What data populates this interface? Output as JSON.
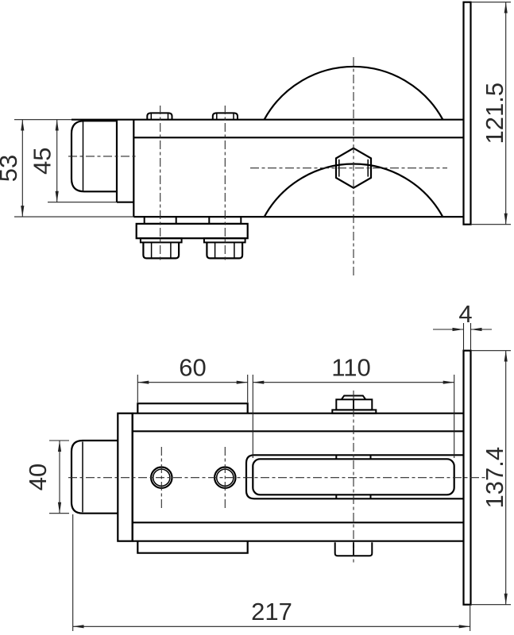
{
  "drawing": {
    "kind": "technical-drawing",
    "part": "wheel bracket with mounting plate",
    "colors": {
      "line": "#000000",
      "dimension": "#222222",
      "background": "#ffffff"
    },
    "views": {
      "side_view": {
        "name": "side elevation view",
        "dimensions": {
          "arm_height": {
            "label": "53"
          },
          "bracket_height": {
            "label": "45"
          },
          "plate_height": {
            "label": "121.5"
          }
        }
      },
      "plan_view": {
        "name": "plan view",
        "dimensions": {
          "plate_thickness": {
            "label": "4"
          },
          "gusset_length": {
            "label": "60"
          },
          "slot_length": {
            "label": "110"
          },
          "cap_width": {
            "label": "40"
          },
          "plate_width": {
            "label": "137.4"
          },
          "total_length": {
            "label": "217"
          }
        }
      }
    }
  }
}
